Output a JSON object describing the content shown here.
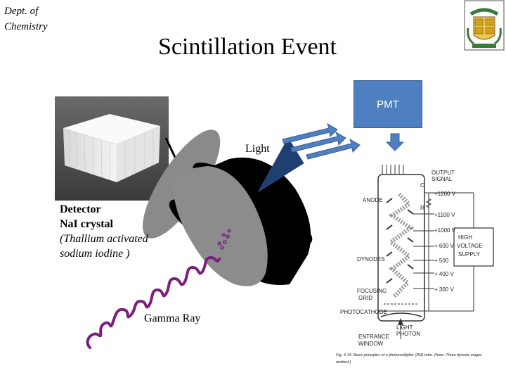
{
  "header": {
    "dept_line1": "Dept. of",
    "dept_line2": "Chemistry",
    "title": "Scintillation Event"
  },
  "labels": {
    "pmt": "PMT",
    "light": "Light",
    "detector": "Detector",
    "crystal": "NaI crystal",
    "activator_line1": "(Thallium activated",
    "activator_line2": "sodium iodine )",
    "gamma_ray": "Gamma Ray"
  },
  "schematic": {
    "output_signal_1": "OUTPUT",
    "output_signal_2": "SIGNAL",
    "c": "C",
    "r": "R",
    "anode": "ANODE",
    "v1200": "+1200 V",
    "v1100": "+1100 V",
    "v1000": "+1000 V",
    "v600": "+ 600 V",
    "v500": "+ 500",
    "v400": "+ 400 V",
    "v300": "+ 300 V",
    "hv1": "HIGH",
    "hv2": "VOLTAGE",
    "hv3": "SUPPLY",
    "dynodes": "DYNODES",
    "focusing1": "FOCUSING",
    "focusing2": "GRID",
    "photocathode": "PHOTOCATHODE",
    "entrance1": "ENTRANCE",
    "entrance2": "WINDOW",
    "lightphoton1": "LIGHT",
    "lightphoton2": "PHOTON",
    "caption1": "Fig. 4-14.   Basic principles of a photomultiplier (PM) tube. (Note: Three dynode stages",
    "caption2": "omitted.)"
  },
  "colors": {
    "pmt_box": "#4f7fc0",
    "arrows": "#4f7fc0",
    "light_cone": "#1f3f73",
    "gamma_wave": "#7a1f7a",
    "disk_face": "#000000",
    "disk_side": "#808080"
  }
}
